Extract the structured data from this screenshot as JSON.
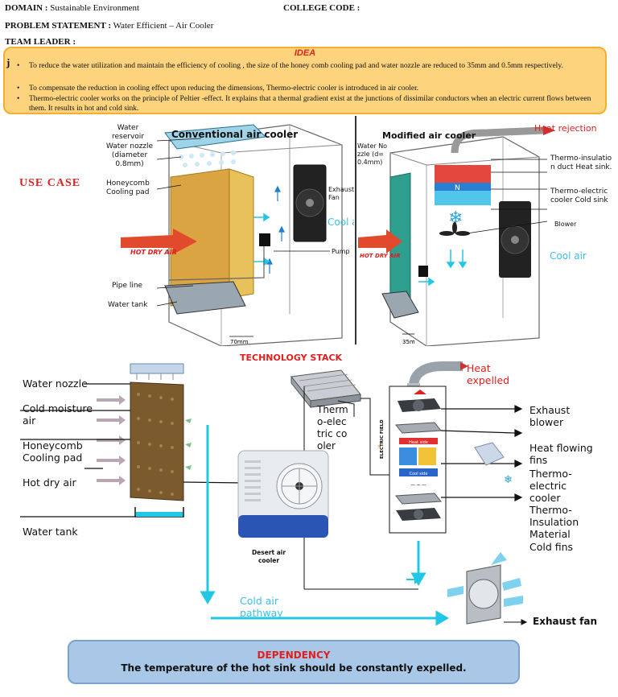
{
  "header": {
    "domain_label": "DOMAIN :",
    "domain_value": "Sustainable Environment",
    "college_code_label": "COLLEGE CODE :",
    "problem_label": "PROBLEM STATEMENT :",
    "problem_value": "Water Efficient – Air Cooler",
    "team_leader_label": "TEAM LEADER :"
  },
  "idea": {
    "title": "IDEA",
    "bullets": [
      "To reduce the water utilization and maintain the efficiency of cooling , the size of the honey comb cooling pad and water nozzle are reduced to 35mm and 0.5mm respectively.",
      "To compensate the reduction in cooling effect upon reducing the dimensions, Thermo-electric cooler is introduced in air cooler.",
      "Thermo-electric cooler works on the principle of Peltier -effect. It explains that a thermal gradient exist at the junctions of dissimilar conductors when an electric current flows between them. It results in hot and cold sink."
    ]
  },
  "use_case": {
    "title": "USE CASE",
    "conventional": {
      "title": "Conventional air cooler",
      "labels": {
        "water_reservoir": "Water reservoir",
        "water_nozzle": "Water nozzle (diameter 0.8mm)",
        "honeycomb": "Honeycomb Cooling pad",
        "exhaust_fan": "Exhaust Fan",
        "pump": "Pump",
        "pipe_line": "Pipe line",
        "water_tank": "Water tank",
        "hot_dry_air": "HOT DRY AIR",
        "cool_air": "Cool air",
        "dimension": "70mm"
      }
    },
    "modified": {
      "title": "Modified air cooler",
      "labels": {
        "heat_rejection": "Heat rejection",
        "water_nozzle": "Water Nozzle (d=0.4mm)",
        "thermo_insulation": "Thermo-insulatio n duct Heat sink.",
        "thermo_cooler": "Thermo-electric cooler Cold sink",
        "blower": "Blower",
        "hot_dry_air": "HOT DRY AIR",
        "cool_air": "Cool air",
        "dimension": "35m"
      }
    }
  },
  "tech_stack": {
    "title": "TECHNOLOGY STACK",
    "left_labels": {
      "water_nozzle": "Water nozzle",
      "cold_moisture_air": "Cold moisture air",
      "honeycomb": "Honeycomb Cooling pad",
      "hot_dry_air": "Hot dry air",
      "water_tank": "Water tank"
    },
    "thermo_label": "Thermo-electric cooler",
    "desert_cooler": "Desert air cooler",
    "heat_expelled": "Heat expelled",
    "right_labels": {
      "exhaust_blower": "Exhaust blower",
      "heat_fins": "Heat flowing fins",
      "thermo_cooler": "Thermo-electric cooler",
      "insulation": "Thermo-Insulation Material",
      "cold_fins": "Cold fins"
    },
    "stack_text": {
      "heat_side": "Heat side",
      "cool_side": "Cool side",
      "electric_field": "ELECTRIC FIELD"
    },
    "cold_air_pathway": "Cold air pathway",
    "exhaust_fan": "Exhaust fan"
  },
  "dependency": {
    "title": "DEPENDENCY",
    "text": "The temperature of the hot sink should be constantly expelled."
  },
  "colors": {
    "idea_bg": "#fdd37e",
    "idea_border": "#f2b02c",
    "accent_red": "#e0201e",
    "dependency_bg": "#a9c7e6",
    "cyan_arrow": "#22c7e6"
  }
}
